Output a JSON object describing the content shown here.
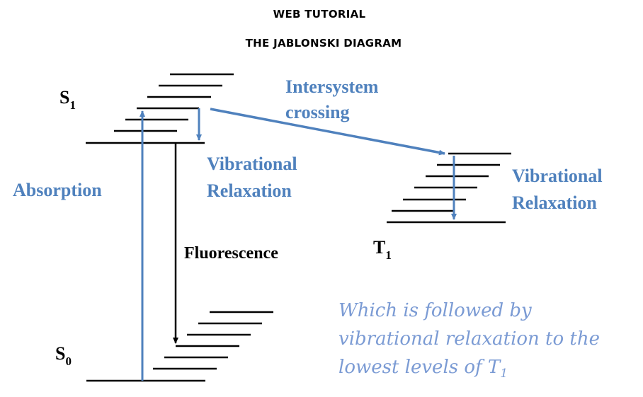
{
  "header": {
    "line1": "WEB TUTORIAL",
    "line2": "THE JABLONSKI DIAGRAM"
  },
  "states": {
    "s1": {
      "letter": "S",
      "sub": "1"
    },
    "s0": {
      "letter": "S",
      "sub": "0"
    },
    "t1": {
      "letter": "T",
      "sub": "1"
    }
  },
  "labels": {
    "absorption": "Absorption",
    "vib_relax_s1_line1": "Vibrational",
    "vib_relax_s1_line2": "Relaxation",
    "isc_line1": "Intersystem",
    "isc_line2": "crossing",
    "vib_relax_t1_line1": "Vibrational",
    "vib_relax_t1_line2": "Relaxation",
    "fluorescence": "Fluorescence"
  },
  "note": {
    "line1": "Which is followed by",
    "line2": "vibrational relaxation to the",
    "line3_prefix": "lowest levels of ",
    "line3_state": "T",
    "line3_sub": "1"
  },
  "colors": {
    "accent_blue": "#4f81bd",
    "note_blue": "#7b9bd4",
    "line_black": "#000000"
  }
}
